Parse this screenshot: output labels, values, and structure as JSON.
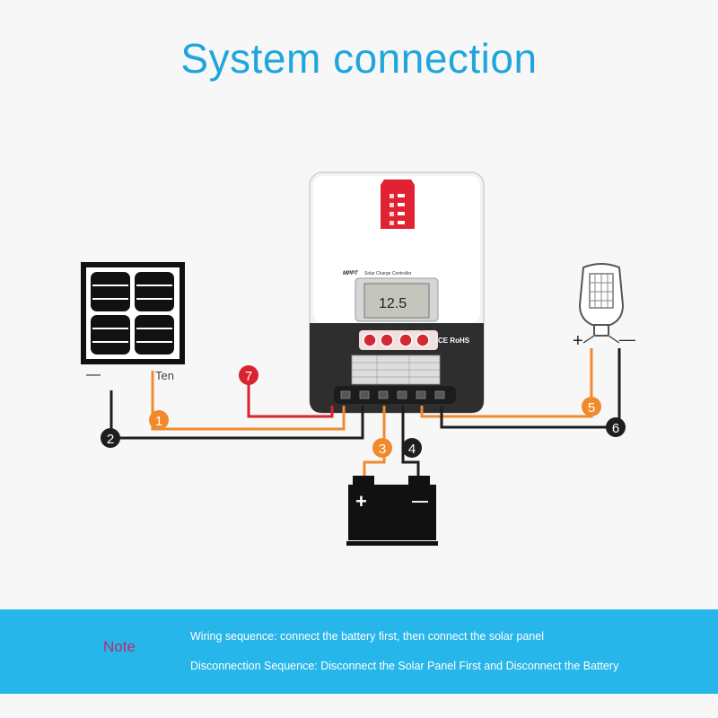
{
  "title": "System connection",
  "controller": {
    "brand": "MPPT",
    "subtitle": "Solar Charge Controller",
    "lcd_value": "12.5",
    "certification": "CE RoHS"
  },
  "labels": {
    "panel_minus": "—",
    "panel_plus": "Ten",
    "load_plus": "+",
    "load_minus": "—",
    "battery_plus": "+",
    "battery_minus": "—"
  },
  "steps": [
    "1",
    "2",
    "3",
    "4",
    "5",
    "6",
    "7"
  ],
  "note": {
    "label": "Note",
    "wiring": "Wiring sequence: connect the battery first, then connect the solar panel",
    "disconnection": "Disconnection Sequence: Disconnect the Solar Panel First and Disconnect the Battery"
  },
  "colors": {
    "title": "#1fa6dd",
    "footer": "#27b6ea",
    "orange_wire": "#f08a2c",
    "black_wire": "#1e1e1e",
    "red_wire": "#d9232e",
    "note_label": "#b0306e"
  }
}
